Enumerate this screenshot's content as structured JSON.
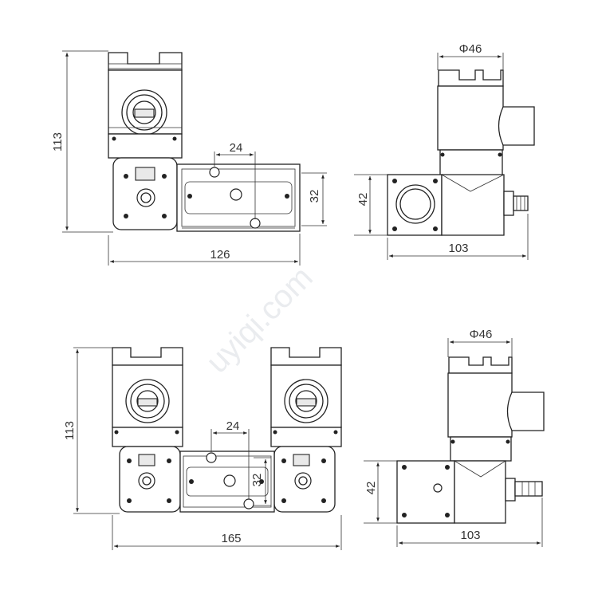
{
  "watermark": "uyiqi.com",
  "views": {
    "top_front": {
      "height": "113",
      "width": "126",
      "pitch": "24",
      "body_height": "32"
    },
    "top_side": {
      "diameter": "Φ46",
      "height": "42",
      "width": "103"
    },
    "bottom_front": {
      "height": "113",
      "width": "165",
      "pitch": "24",
      "body_height": "32"
    },
    "bottom_side": {
      "diameter": "Φ46",
      "height": "42",
      "width": "103"
    }
  },
  "colors": {
    "line": "#222222",
    "dimension_text": "#333333",
    "watermark": "#d9dde2"
  }
}
